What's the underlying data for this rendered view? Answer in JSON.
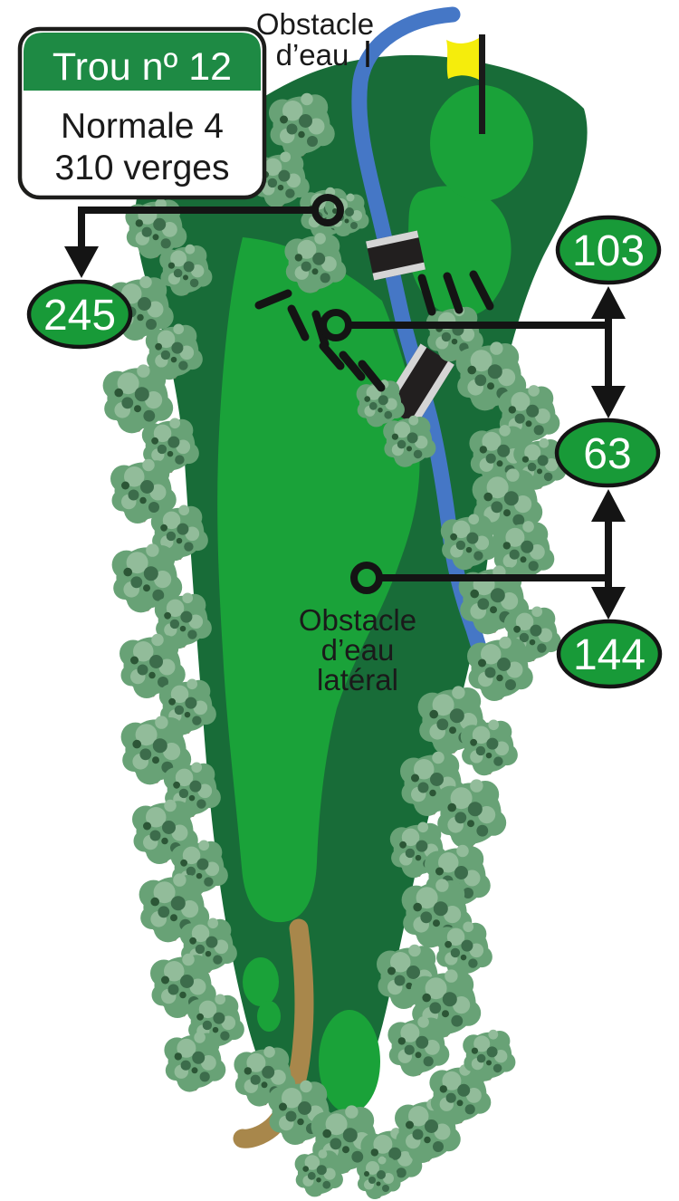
{
  "card": {
    "hole_label": "Trou nº 12",
    "par_label": "Normale 4",
    "distance_label": "310 verges"
  },
  "hazard_top_label": {
    "line1": "Obstacle",
    "line2": "d’eau"
  },
  "hazard_lateral_label": {
    "line1": "Obstacle",
    "line2": "d’eau",
    "line3": "latéral"
  },
  "distance_markers": [
    {
      "value": "245"
    },
    {
      "value": "103"
    },
    {
      "value": "63"
    },
    {
      "value": "144"
    }
  ],
  "colors": {
    "course_dark": "#186c38",
    "fairway": "#1aa239",
    "marker_fill": "#189a38",
    "card_header": "#1e8a44",
    "water": "#4577c6",
    "flag": "#f5ed0c",
    "cart_path": "#a8874b",
    "tree": "#68a276",
    "bridge_stripe": "#d5d5d5"
  }
}
